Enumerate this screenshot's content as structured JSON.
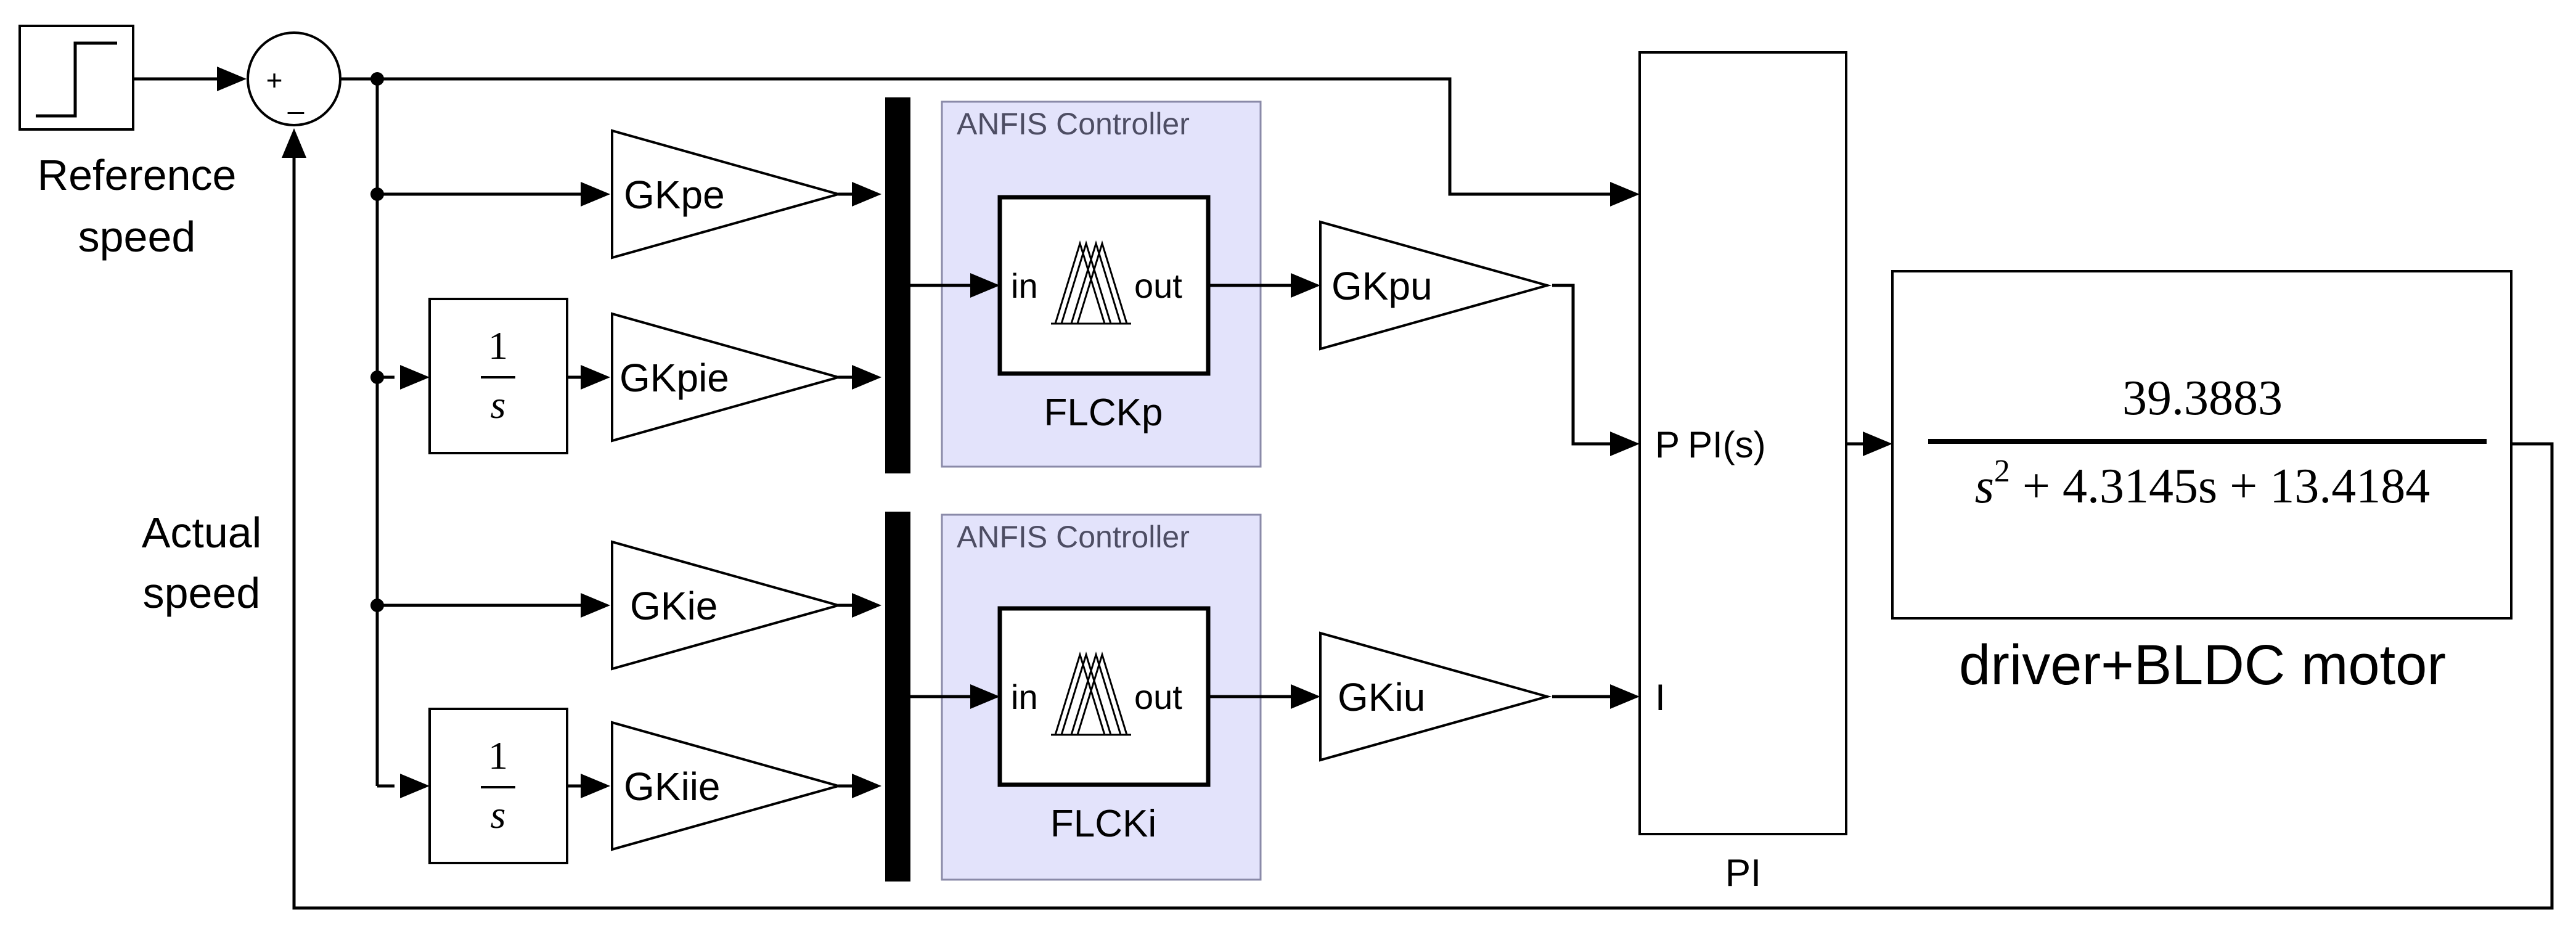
{
  "blocks": {
    "reference": {
      "label_line1": "Reference",
      "label_line2": "speed",
      "icon": "step-icon"
    },
    "sum": {
      "plus": "+",
      "minus": "_"
    },
    "actual_speed": {
      "line1": "Actual",
      "line2": "speed"
    },
    "gains": {
      "kpe": "GKpe",
      "kpie": "GKpie",
      "kie": "GKie",
      "kiie": "GKiie",
      "kpu": "GKpu",
      "kiu": "GKiu"
    },
    "integrator_top": {
      "num": "1",
      "den": "s"
    },
    "integrator_bottom": {
      "num": "1",
      "den": "s"
    },
    "anfis_top": {
      "title": "ANFIS Controller",
      "in": "in",
      "out": "out",
      "name": "FLCKp"
    },
    "anfis_bottom": {
      "title": "ANFIS Controller",
      "in": "in",
      "out": "out",
      "name": "FLCKi"
    },
    "pi": {
      "port_p": "P",
      "port_i": "I",
      "expr": "PI(s)",
      "name": "PI"
    },
    "plant": {
      "numerator": "39.3883",
      "den_s": "s",
      "den_exp": "2",
      "den_rest": " + 4.3145s + 13.4184",
      "name": "driver+BLDC motor"
    }
  }
}
